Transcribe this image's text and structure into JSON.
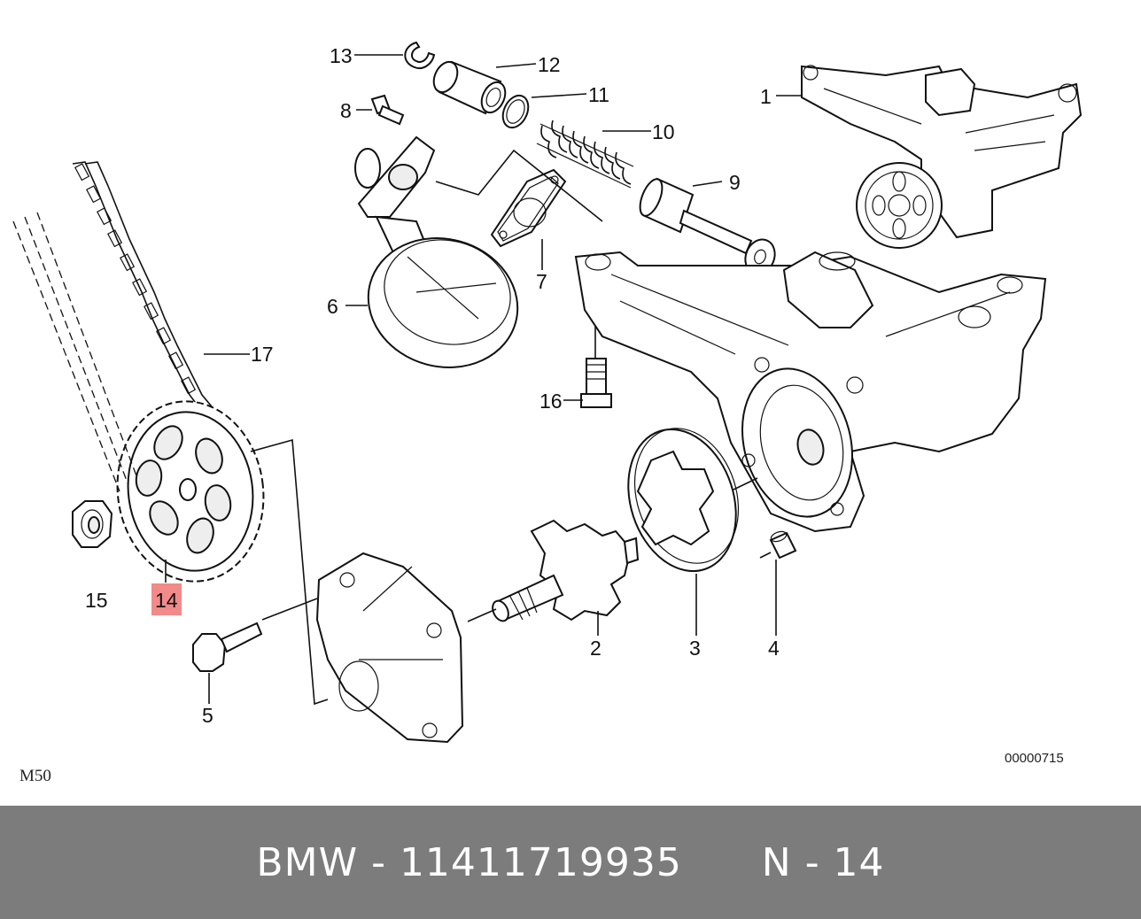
{
  "diagram": {
    "model_code": "M50",
    "drawing_number": "00000715",
    "highlighted_callout": "14",
    "callouts": [
      "1",
      "2",
      "3",
      "4",
      "5",
      "6",
      "7",
      "8",
      "9",
      "10",
      "11",
      "12",
      "13",
      "14",
      "15",
      "16",
      "17"
    ]
  },
  "caption": {
    "brand": "BMW",
    "part_number": "11411719935",
    "position": "N - 14",
    "separator": " - "
  },
  "colors": {
    "caption_background": "#7c7c7c",
    "caption_text": "#ffffff",
    "highlight": "#f28a8a"
  }
}
